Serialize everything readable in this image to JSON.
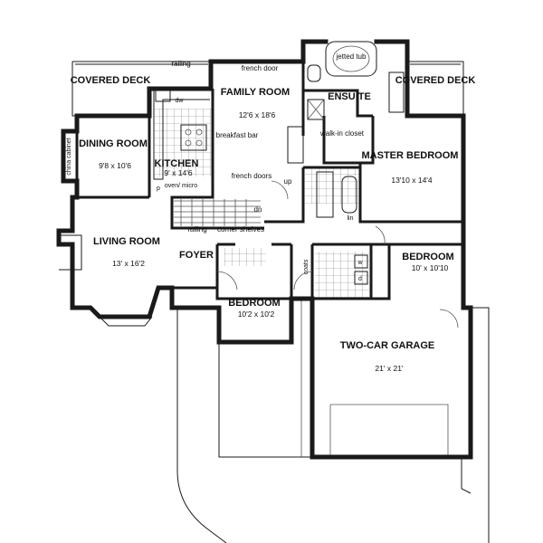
{
  "rooms": {
    "covered_deck_left": {
      "name": "COVERED DECK"
    },
    "family_room": {
      "name": "FAMILY ROOM",
      "dims": "12'6 x 18'6"
    },
    "ensuite": {
      "name": "ENSUITE"
    },
    "covered_deck_right": {
      "name": "COVERED DECK"
    },
    "dining_room": {
      "name": "DINING ROOM",
      "dims": "9'8 x 10'6"
    },
    "kitchen": {
      "name": "KITCHEN",
      "dims": "9' x 14'6"
    },
    "master_bedroom": {
      "name": "MASTER BEDROOM",
      "dims": "13'10 x 14'4"
    },
    "living_room": {
      "name": "LIVING ROOM",
      "dims": "13' x 16'2"
    },
    "foyer": {
      "name": "FOYER"
    },
    "bedroom_right": {
      "name": "BEDROOM",
      "dims": "10' x 10'10"
    },
    "bedroom_center": {
      "name": "BEDROOM",
      "dims": "10'2 x 10'2"
    },
    "garage": {
      "name": "TWO-CAR GARAGE",
      "dims": "21' x 21'"
    }
  },
  "notes": {
    "railing_top": "railing",
    "french_door": "french door",
    "jetted_tub": "jetted tub",
    "dw": "dw",
    "breakfast_bar": "breakfast bar",
    "walk_in_closet": "walk-in closet",
    "china_cabinet": "china cabinet",
    "oven_micro": "oven/ micro",
    "p": "p",
    "french_doors": "french doors",
    "up": "up",
    "dn": "dn",
    "lin": "lin",
    "railing_bottom": "railing",
    "corner_shelves": "corner shelves",
    "coats": "coats",
    "w": "w",
    "d": "d"
  }
}
